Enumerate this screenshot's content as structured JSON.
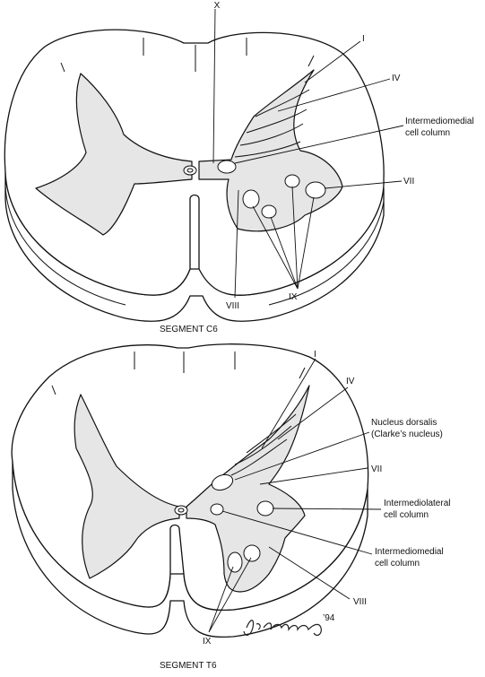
{
  "colors": {
    "gray_matter": "#e6e6e6",
    "ink": "#111111",
    "white_matter": "#ffffff"
  },
  "segment_c6": {
    "caption": "SEGMENT C6",
    "labels": {
      "x": "X",
      "i": "I",
      "iv": "IV",
      "intermediomedial_line1": "Intermediomedial",
      "intermediomedial_line2": "cell column",
      "vii": "VII",
      "viii": "VIII",
      "ix": "IX"
    }
  },
  "segment_t6": {
    "caption": "SEGMENT T6",
    "labels": {
      "i": "I",
      "iv": "IV",
      "nucleus_dorsalis_line1": "Nucleus dorsalis",
      "nucleus_dorsalis_line2": "(Clarke’s nucleus)",
      "vii": "VII",
      "intermediolateral_line1": "Intermediolateral",
      "intermediolateral_line2": "cell column",
      "intermediomedial_line1": "Intermediomedial",
      "intermediomedial_line2": "cell column",
      "viii": "VIII",
      "ix": "IX"
    }
  },
  "signature": {
    "text": "’94",
    "icon": "artist-signature"
  }
}
